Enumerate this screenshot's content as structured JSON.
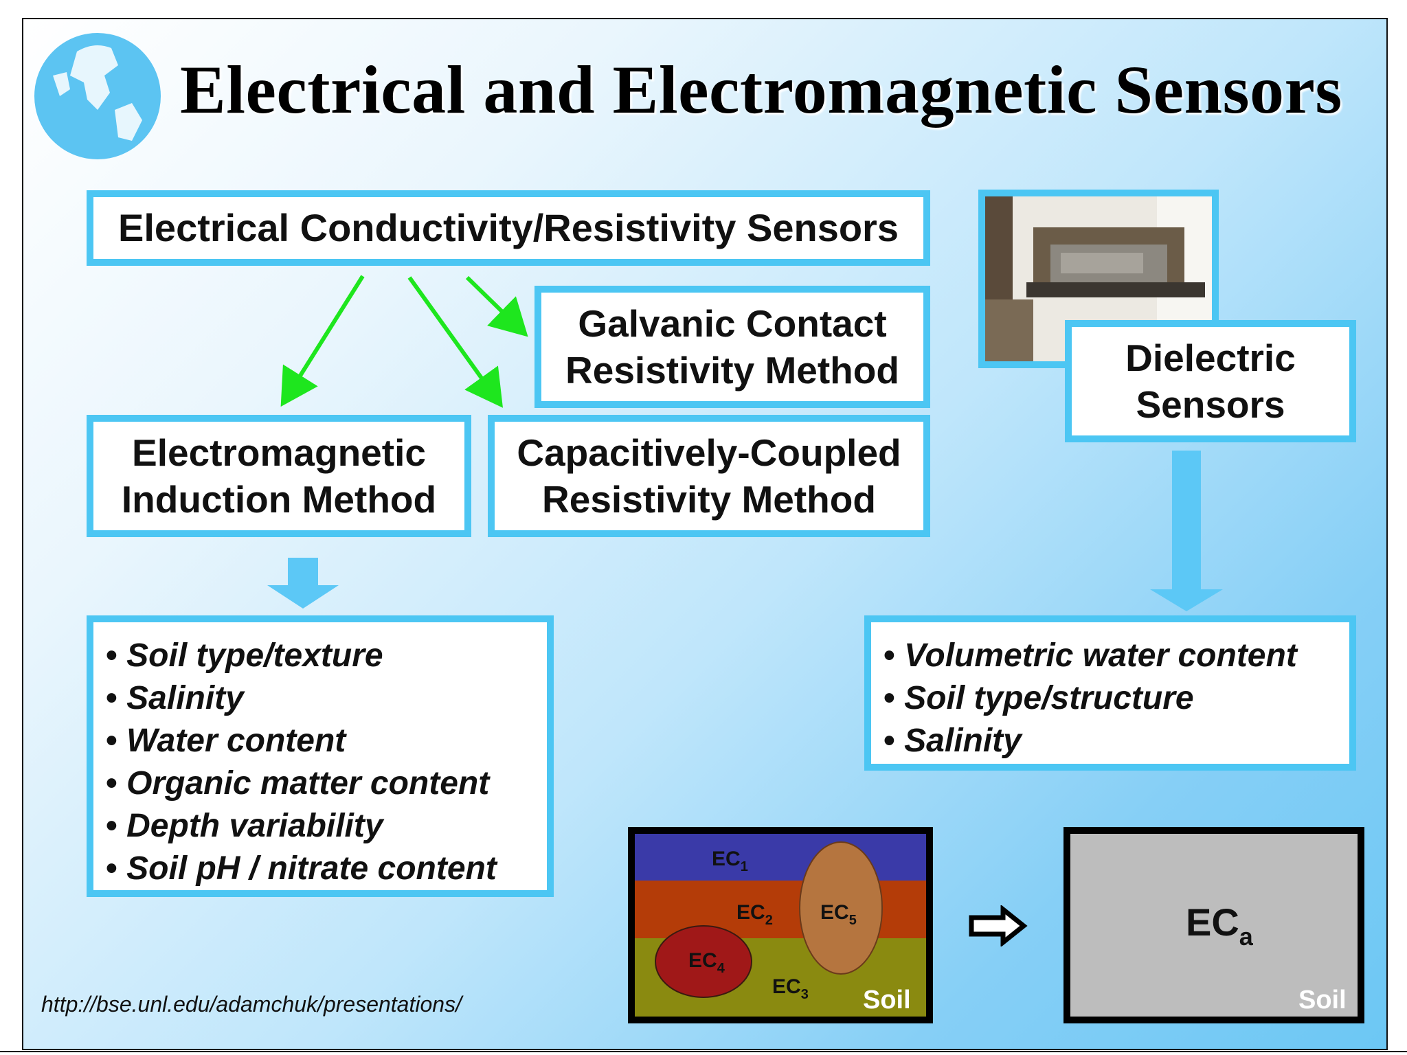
{
  "title": "Electrical and Electromagnetic Sensors",
  "boxes": {
    "ec_sensors": "Electrical Conductivity/Resistivity Sensors",
    "galvanic_line1": "Galvanic Contact",
    "galvanic_line2": "Resistivity Method",
    "emi_line1": "Electromagnetic",
    "emi_line2": "Induction Method",
    "capacitive_line1": "Capacitively-Coupled",
    "capacitive_line2": "Resistivity Method",
    "dielectric_line1": "Dielectric",
    "dielectric_line2": "Sensors"
  },
  "ec_properties": [
    "Soil type/texture",
    "Salinity",
    "Water content",
    "Organic matter content",
    "Depth variability",
    "Soil pH / nitrate content"
  ],
  "dielectric_properties": [
    "Volumetric water content",
    "Soil type/structure",
    "Salinity"
  ],
  "soil_layers": {
    "ec1": "EC",
    "ec1_sub": "1",
    "ec2": "EC",
    "ec2_sub": "2",
    "ec3": "EC",
    "ec3_sub": "3",
    "ec4": "EC",
    "ec4_sub": "4",
    "ec5": "EC",
    "ec5_sub": "5",
    "soil_label": "Soil"
  },
  "apparent": {
    "eca": "EC",
    "eca_sub": "a",
    "soil_label": "Soil"
  },
  "url": "http://bse.unl.edu/adamchuk/presentations/",
  "colors": {
    "box_border": "#4cc6f3",
    "green_arrow": "#1ee61e",
    "blue_arrow": "#5cc8f6",
    "layer_top": "#3a3aa8",
    "layer_middle": "#b43c08",
    "layer_bottom": "#8a8a10",
    "ellipse_ec4": "#a01818",
    "ellipse_ec5": "#b5753f",
    "eca_fill": "#bdbdbd"
  }
}
